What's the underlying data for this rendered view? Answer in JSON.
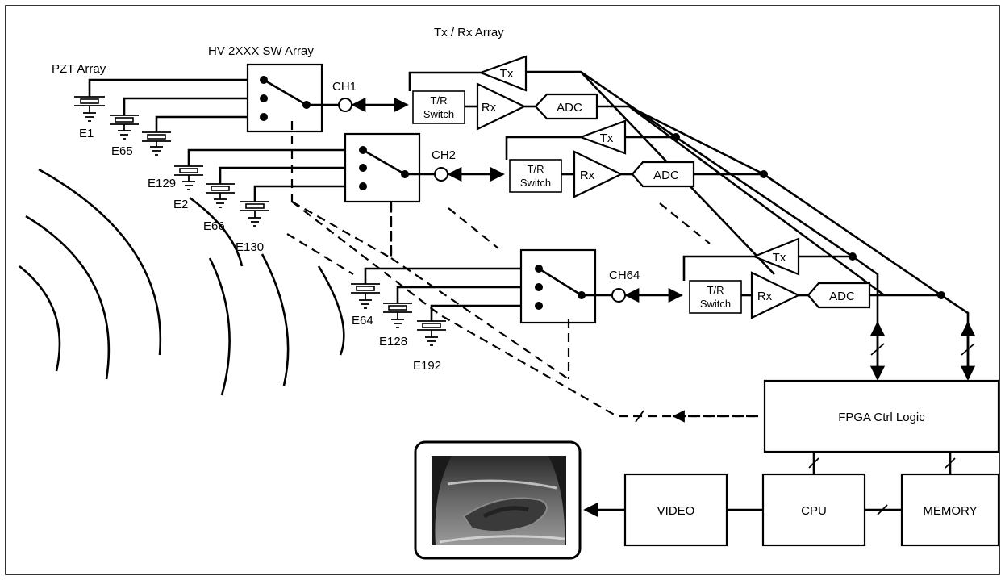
{
  "labels": {
    "pzt_array": "PZT Array",
    "hv_switch_array": "HV 2XXX SW Array",
    "txrx_array": "Tx / Rx Array",
    "ch1": "CH1",
    "ch2": "CH2",
    "ch64": "CH64",
    "e1": "E1",
    "e65": "E65",
    "e129": "E129",
    "e2": "E2",
    "e66": "E66",
    "e130": "E130",
    "e64": "E64",
    "e128": "E128",
    "e192": "E192"
  },
  "blocks": {
    "tx": "Tx",
    "rx": "Rx",
    "adc": "ADC",
    "tr_switch_line1": "T/R",
    "tr_switch_line2": "Switch",
    "fpga": "FPGA Ctrl Logic",
    "cpu": "CPU",
    "memory": "MEMORY",
    "video": "VIDEO"
  }
}
